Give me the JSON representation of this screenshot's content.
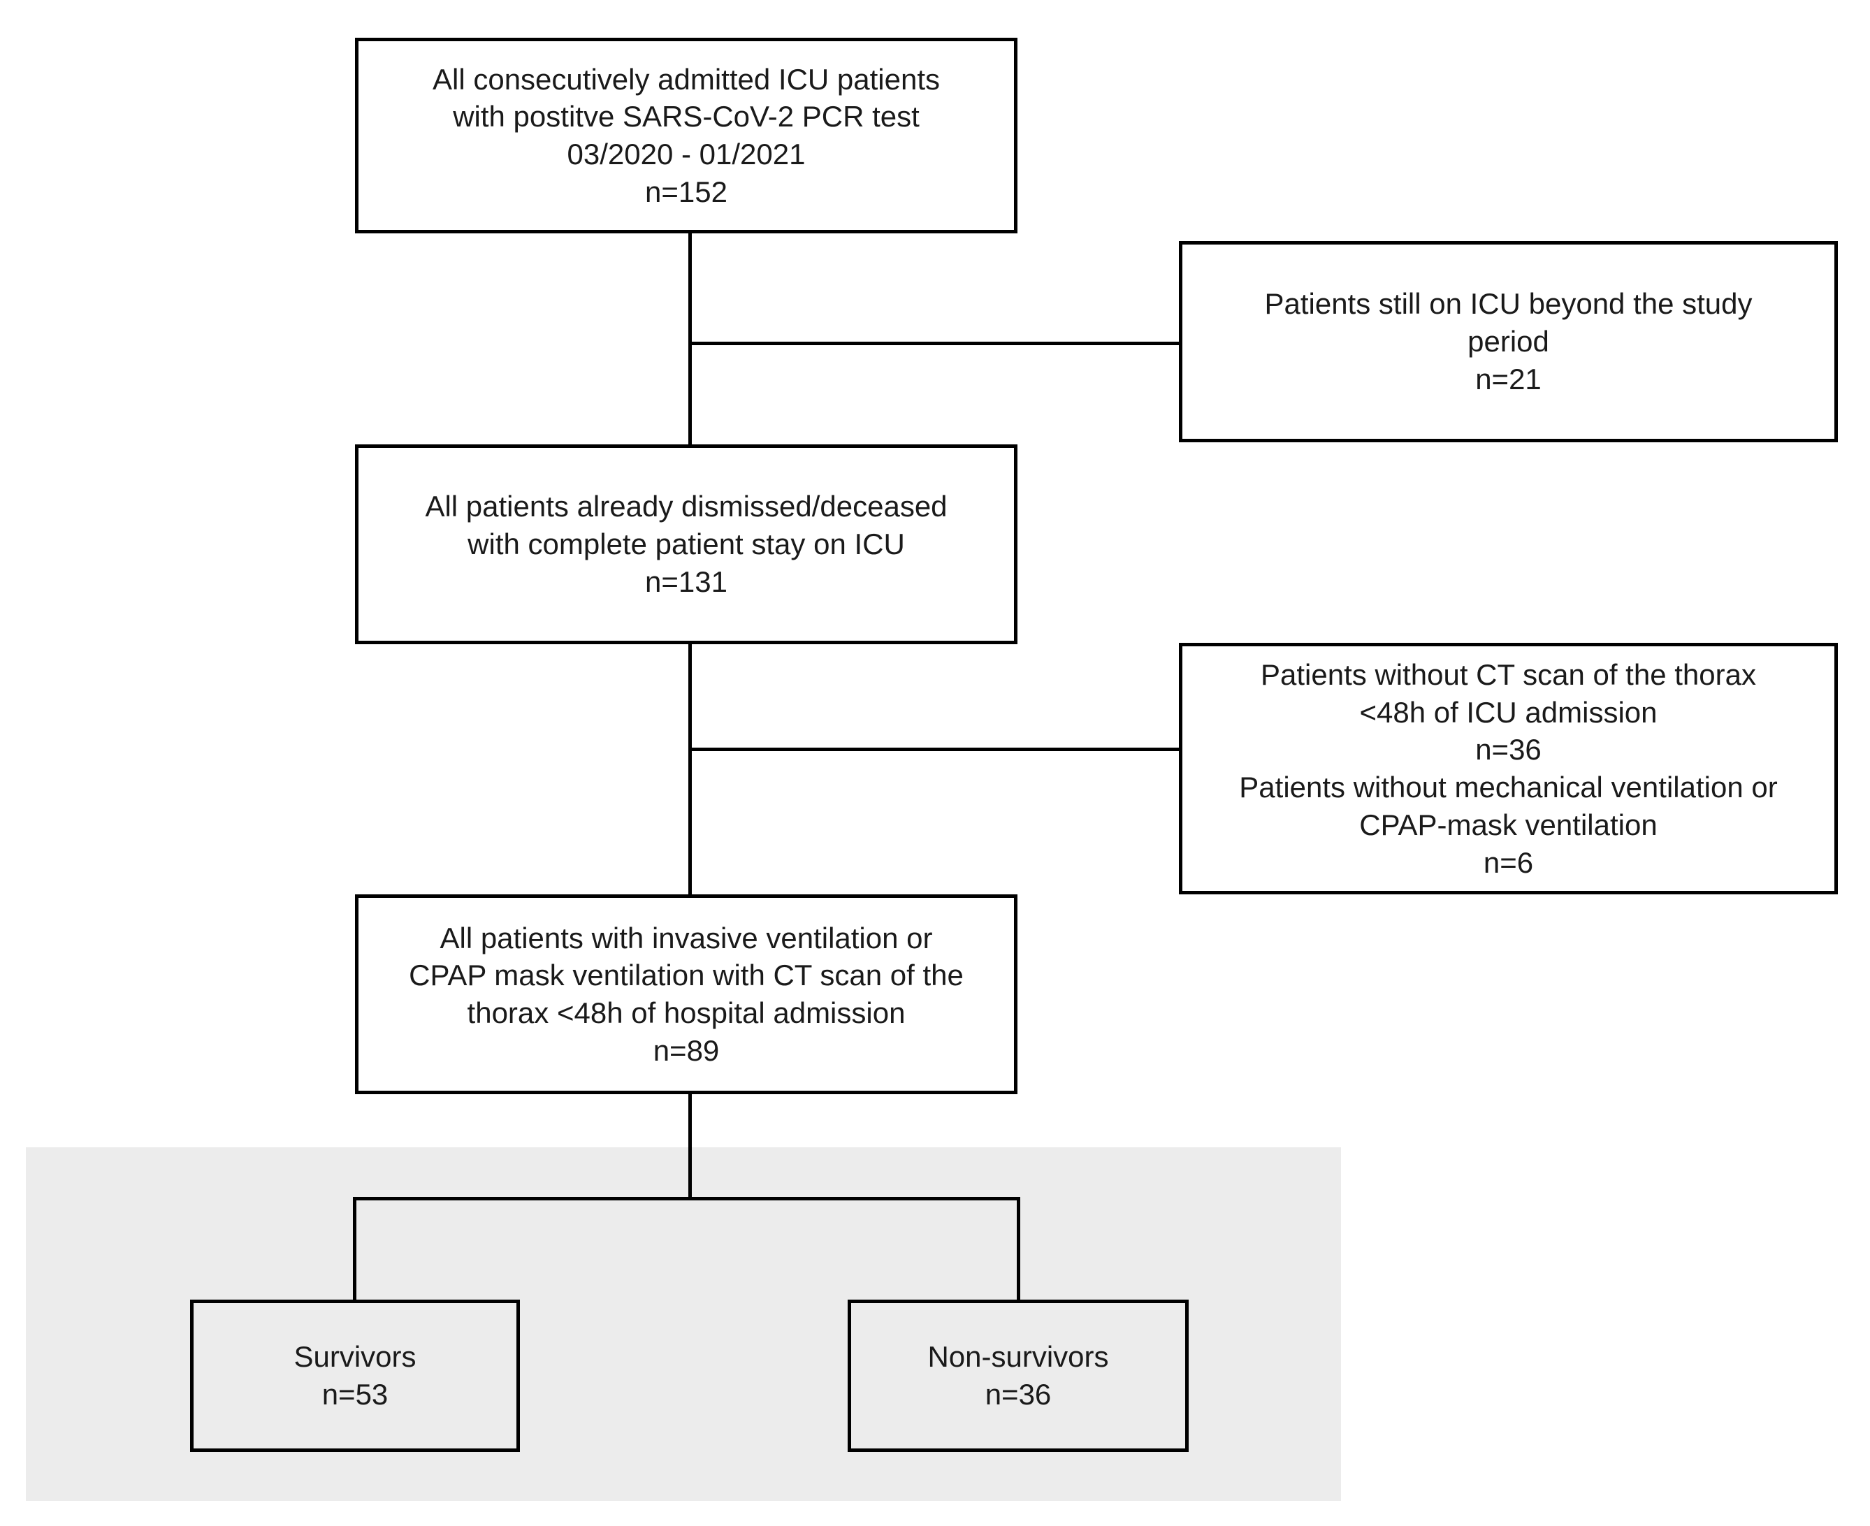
{
  "figure": {
    "type": "flowchart",
    "orientation": "top-to-bottom",
    "highlight_color": "#ececec",
    "line_color": "#000000",
    "text_color": "#1a1a1a"
  },
  "nodes": {
    "all_admitted": {
      "text": "All consecutively admitted ICU patients\nwith postitve SARS-CoV-2 PCR test\n03/2020 - 01/2021\nn=152",
      "n": 152
    },
    "still_on_icu": {
      "text": "Patients still on ICU beyond the study\nperiod\nn=21",
      "n": 21
    },
    "dismissed_deceased": {
      "text": "All patients already dismissed/deceased\nwith complete patient stay on ICU\nn=131",
      "n": 131
    },
    "excluded_ct_vent": {
      "text": "Patients without CT scan of the thorax\n<48h of ICU admission\nn=36\nPatients without mechanical ventilation or\nCPAP-mask ventilation\nn=6",
      "n_no_ct": 36,
      "n_no_vent": 6
    },
    "included_cohort": {
      "text": "All patients with invasive ventilation or\nCPAP mask ventilation with CT scan of the\nthorax <48h of hospital admission\nn=89",
      "n": 89
    },
    "survivors": {
      "text": "Survivors\nn=53",
      "n": 53
    },
    "non_survivors": {
      "text": "Non-survivors\nn=36",
      "n": 36
    }
  }
}
